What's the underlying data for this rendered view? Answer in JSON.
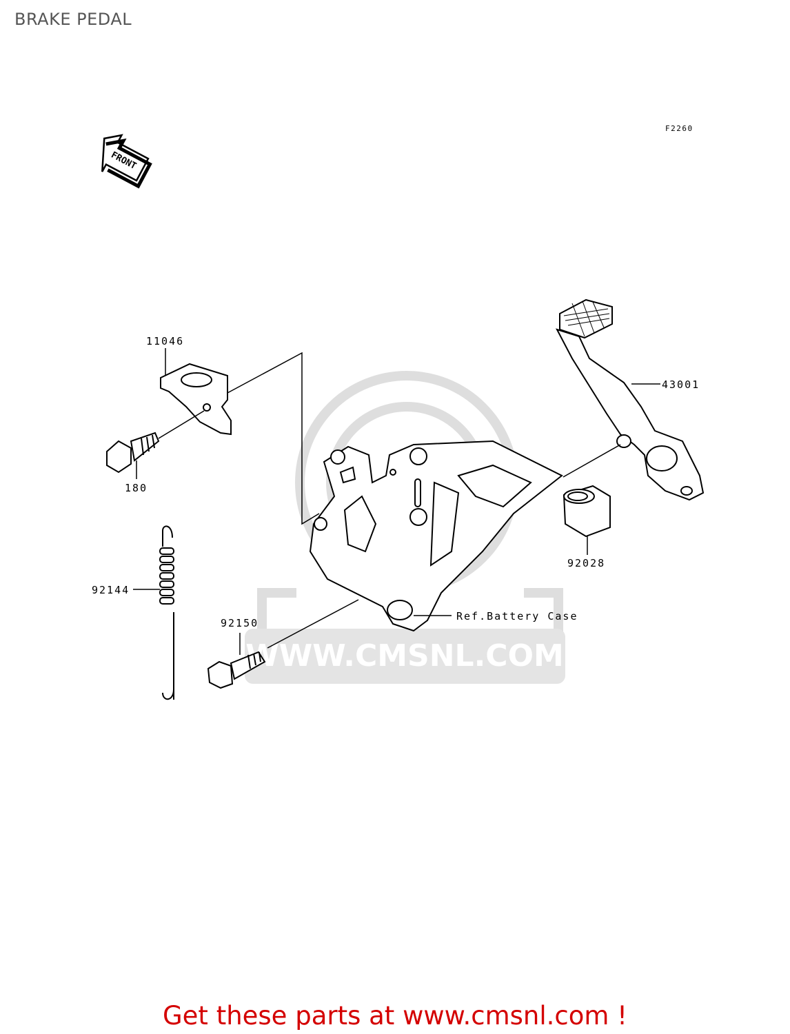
{
  "title": "BRAKE PEDAL",
  "figure_code": "F2260",
  "front_arrow_label": "FRONT",
  "parts": [
    {
      "id": "11046"
    },
    {
      "id": "180"
    },
    {
      "id": "92144"
    },
    {
      "id": "92150"
    },
    {
      "id": "43001"
    },
    {
      "id": "92028"
    }
  ],
  "reference_note": "Ref.Battery Case",
  "watermark_text": "WWW.CMSNL.COM",
  "promo": {
    "prefix": "Get these parts at ",
    "link_text": "www.cmsnl.com",
    "suffix": " !"
  },
  "colors": {
    "promo": "#d40000",
    "watermark": "#dddddd",
    "line": "#000000"
  }
}
